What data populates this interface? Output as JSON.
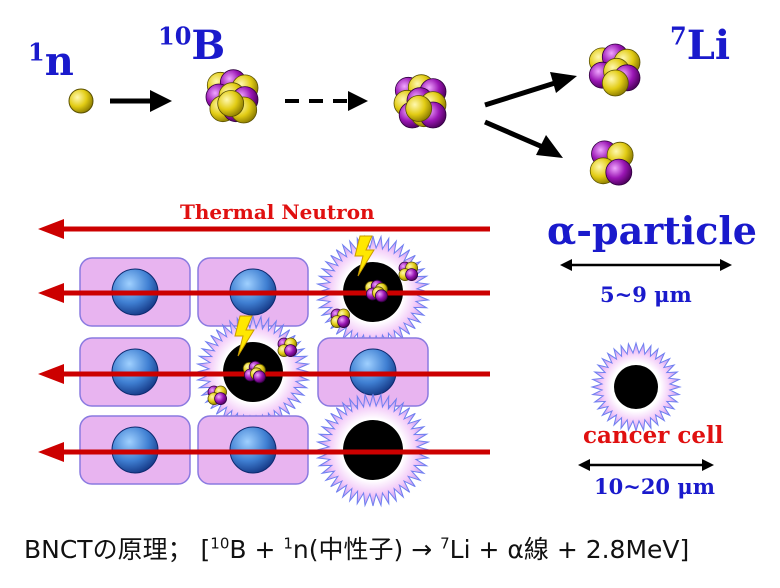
{
  "labels": {
    "neutron": {
      "sup": "1",
      "sym": "n"
    },
    "boron": {
      "sup": "10",
      "sym": "B"
    },
    "lithium": {
      "sup": "7",
      "sym": "Li"
    },
    "alpha_particle": "α-particle",
    "thermal_neutron": "Thermal Neutron",
    "alpha_range": "5~9 μm",
    "cancer_cell": "cancer cell",
    "cell_range": "10~20 μm"
  },
  "caption": {
    "p1": "BNCTの原理； [",
    "sup1": "10",
    "p2": "B + ",
    "sup2": "1",
    "p3": "n(中性子) → ",
    "sup3": "7",
    "p4": "Li + α線 + 2.8MeV]"
  },
  "colors": {
    "text_blue": "#1a1acc",
    "text_red": "#e01010",
    "nucleon_yellow": "#e6d21a",
    "nucleon_purple": "#9a16b4",
    "beam_red": "#cc0000",
    "cell_pink": "#e8b4f0",
    "nucleus_blue": "#3f7fd2",
    "cancer_nucleus": "#000000",
    "cancer_halo": "#7f8ff0",
    "lightning": "#ffe800"
  }
}
